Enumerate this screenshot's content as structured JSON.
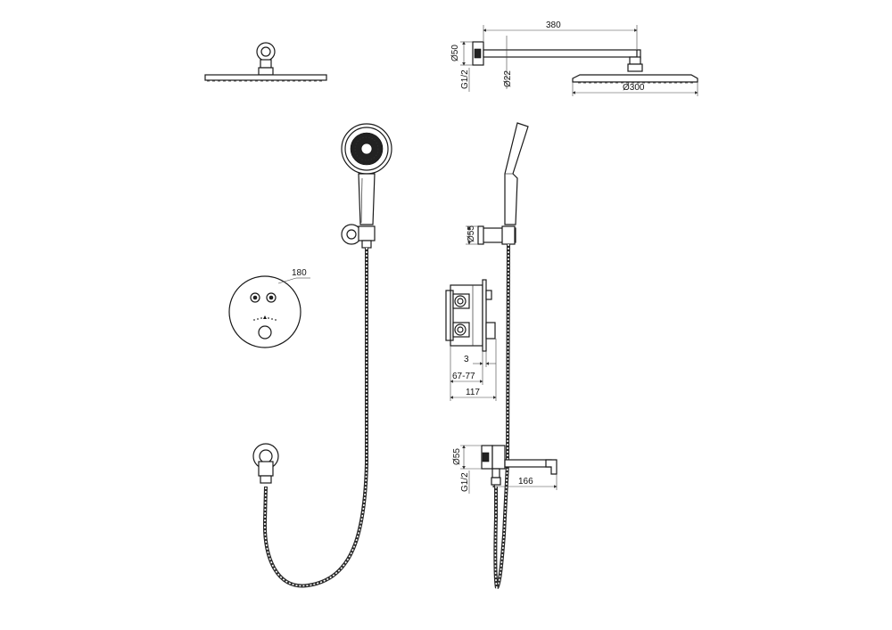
{
  "dimensions": {
    "arm_length": "380",
    "wall_flange_top": "Ø50",
    "thread_top": "G1/2",
    "arm_pipe": "Ø22",
    "shower_head": "Ø300",
    "valve_plate": "180",
    "holder": "Ø55",
    "box_3": "3",
    "box_depth_range": "67-77",
    "box_total": "117",
    "spout_flange": "Ø55",
    "thread_bottom": "G1/2",
    "spout_length": "166"
  }
}
